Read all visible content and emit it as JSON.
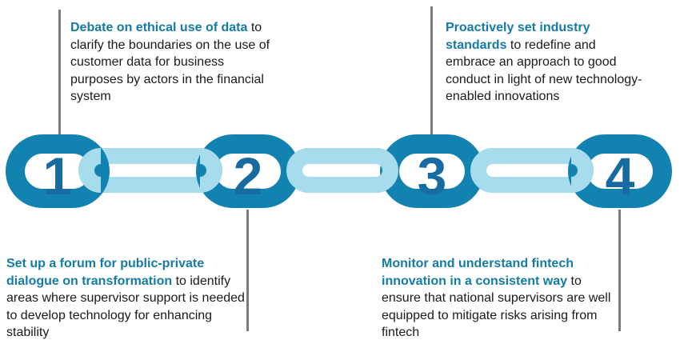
{
  "title": "Four-step chain infographic on fintech regulation recommendations",
  "palette": {
    "heading_blue": "#147ba6",
    "body_text": "#1a1a1a",
    "chain_dark_link": "#1283b0",
    "chain_light_link": "#a7dcec",
    "step_number_blue": "#176ba1",
    "connector_line_gray": "#7b7b7b",
    "background": "#ffffff"
  },
  "steps": [
    {
      "number": "1",
      "heading": "Debate on ethical use of data",
      "body": "to clarify the boundaries on the use of customer data for business purposes by actors in the financial system",
      "block_position": "top-left"
    },
    {
      "number": "2",
      "heading": "Set up a forum for public-private dialogue on transformation",
      "body": "to identify areas where supervisor support is needed to develop technology for enhancing stability",
      "block_position": "bottom-left"
    },
    {
      "number": "3",
      "heading": "Proactively set industry standards",
      "body": "to redefine and embrace an approach to good conduct in light of new technology-enabled innovations",
      "block_position": "top-right"
    },
    {
      "number": "4",
      "heading": "Monitor and understand fintech innovation in a consistent way",
      "body": "to ensure that national supervisors are well equipped to mitigate risks arising from fintech",
      "block_position": "bottom-right"
    }
  ]
}
